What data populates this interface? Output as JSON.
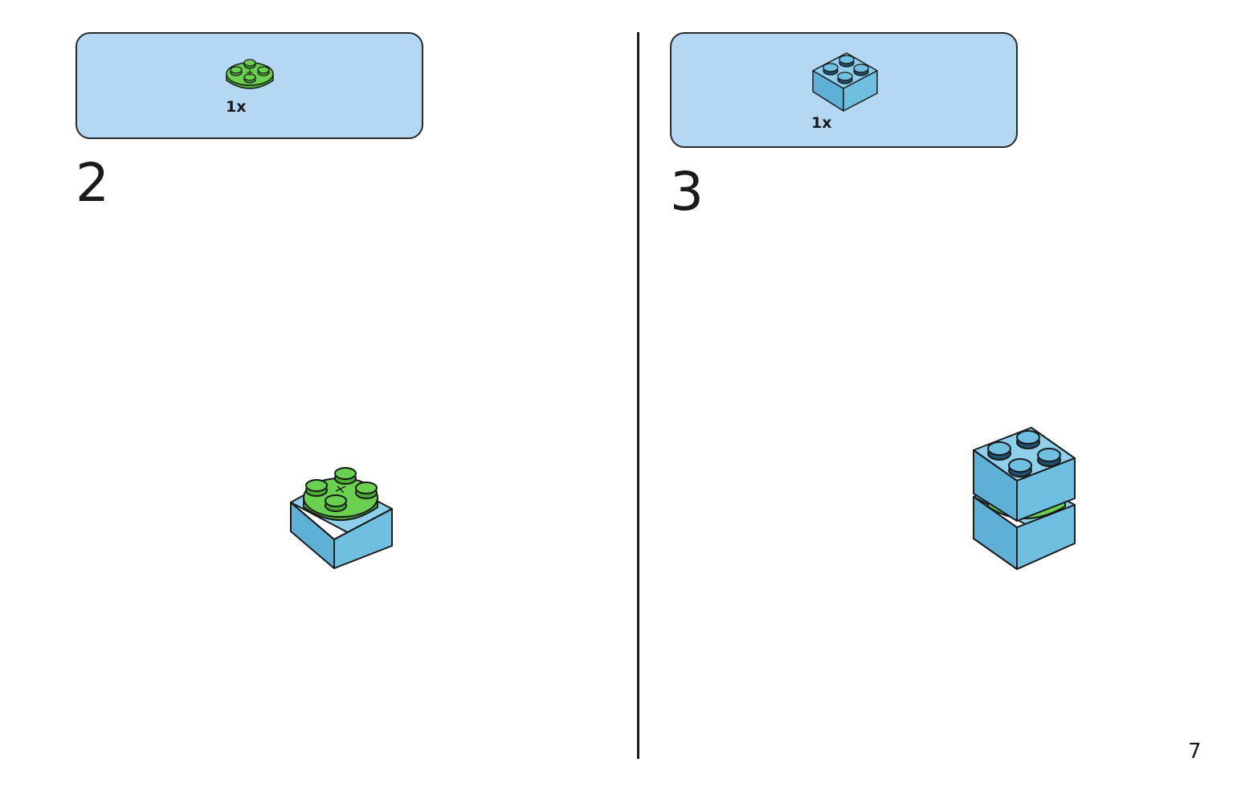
{
  "steps": [
    {
      "number": "2",
      "part_qty": "1x",
      "part_icon": "round-plate-2x2-green-icon"
    },
    {
      "number": "3",
      "part_qty": "1x",
      "part_icon": "brick-2x2-light-blue-icon"
    }
  ],
  "page_number": "7",
  "colors": {
    "callout_bg": "#b4d8f4",
    "brick_blue": "#6fbfe0",
    "plate_green": "#6ad04f"
  }
}
